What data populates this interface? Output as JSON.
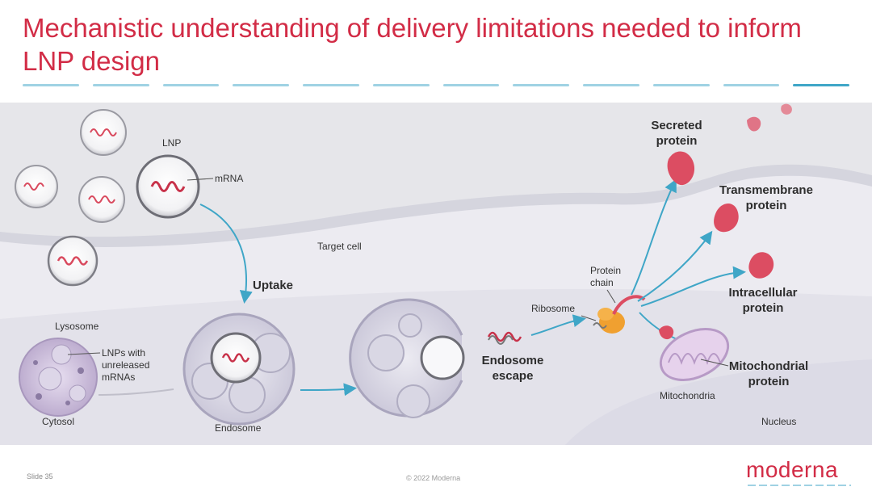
{
  "slide": {
    "title": "Mechanistic understanding of delivery limitations needed to inform LNP design",
    "slide_number": "Slide 35",
    "copyright": "© 2022 Moderna",
    "logo": "moderna"
  },
  "diagram": {
    "labels": {
      "lnp": "LNP",
      "mrna": "mRNA",
      "target_cell": "Target cell",
      "uptake": "Uptake",
      "lysosome": "Lysosome",
      "lnps_unreleased": [
        "LNPs with",
        "unreleased",
        "mRNAs"
      ],
      "cytosol": "Cytosol",
      "endosome": "Endosome",
      "endosome_escape": [
        "Endosome",
        "escape"
      ],
      "ribosome": "Ribosome",
      "protein_chain": [
        "Protein",
        "chain"
      ],
      "secreted_protein": [
        "Secreted",
        "protein"
      ],
      "transmembrane_protein": [
        "Transmembrane",
        "protein"
      ],
      "intracellular_protein": [
        "Intracellular",
        "protein"
      ],
      "mitochondrial_protein": [
        "Mitochondrial",
        "protein"
      ],
      "mitochondria": "Mitochondria",
      "nucleus": "Nucleus"
    }
  },
  "colors": {
    "title": "#d22c46",
    "accent_blue": "#3fa6c7",
    "protein_red": "#dc4d62",
    "ribosome_orange": "#f0a030",
    "endosome_purple": "#b9b4cc"
  }
}
